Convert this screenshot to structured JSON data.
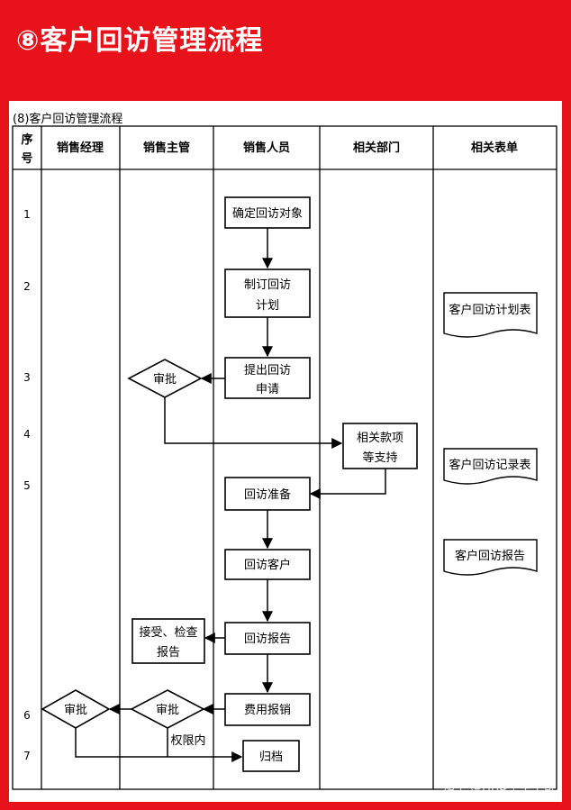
{
  "page": {
    "title": "⑧客户回访管理流程",
    "subtitle": "(8)客户回访管理流程",
    "watermark": "知乎 @HRD学堂牛哥"
  },
  "table": {
    "seq_header": [
      "序",
      "号"
    ],
    "lanes": [
      "销售经理",
      "销售主管",
      "销售人员",
      "相关部门",
      "相关表单"
    ],
    "steps": [
      "1",
      "2",
      "3",
      "4",
      "5",
      "6",
      "7"
    ]
  },
  "nodes": {
    "confirm": "确定回访对象",
    "plan": [
      "制订回访",
      "计划"
    ],
    "apply": [
      "提出回访",
      "申请"
    ],
    "approve_supervisor": "审批",
    "dept_support": [
      "相关款项",
      "等支持"
    ],
    "prepare": "回访准备",
    "visit": "回访客户",
    "report": "回访报告",
    "accept_check": [
      "接受、检查",
      "报告"
    ],
    "expense": "费用报销",
    "approve_supervisor_2": "审批",
    "approve_manager": "审批",
    "authority_note": "权限内",
    "archive": "归档"
  },
  "forms": {
    "plan_form": "客户回访计划表",
    "record_form": "客户回访记录表",
    "report_form": "客户回访报告"
  }
}
